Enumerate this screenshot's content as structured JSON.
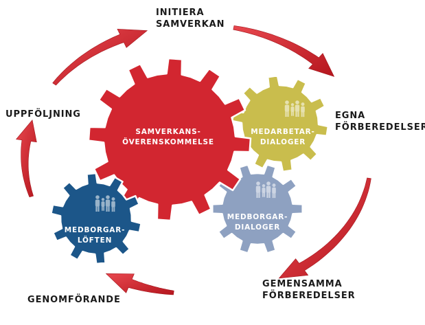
{
  "cycle": {
    "steps": [
      {
        "line1": "INITIERA",
        "line2": "SAMVERKAN"
      },
      {
        "line1": "EGNA",
        "line2": "FÖRBEREDELSER"
      },
      {
        "line1": "GEMENSAMMA",
        "line2": "FÖRBEREDELSER"
      },
      {
        "line1": "GENOMFÖRANDE"
      },
      {
        "line1": "UPPFÖLJNING"
      }
    ],
    "arrow_color": "#d7262e"
  },
  "gears": {
    "main": {
      "line1": "SAMVERKANS-",
      "line2": "ÖVERENSKOMMELSE",
      "color": "#d22630"
    },
    "staff": {
      "line1": "MEDARBETAR-",
      "line2": "DIALOGER",
      "color": "#c9bd4d",
      "icon": "people-icon"
    },
    "citizen": {
      "line1": "MEDBORGAR-",
      "line2": "DIALOGER",
      "color": "#8ea1c1",
      "icon": "people-icon"
    },
    "promise": {
      "line1": "MEDBORGAR-",
      "line2": "LÖFTEN",
      "color": "#1c5689",
      "icon": "people-icon"
    }
  }
}
